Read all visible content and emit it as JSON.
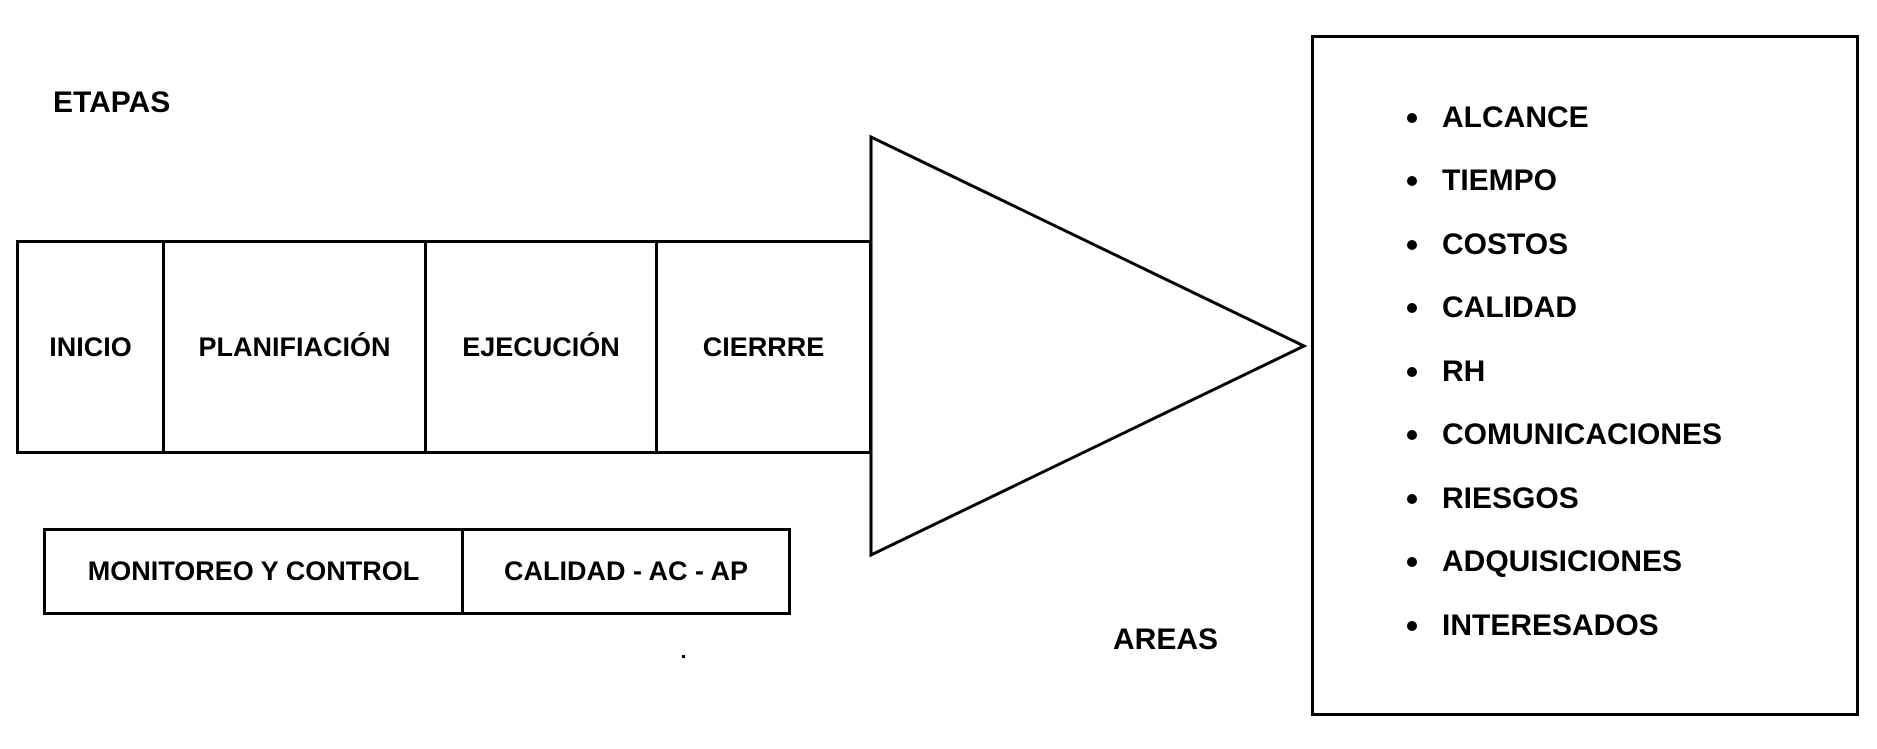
{
  "titles": {
    "etapas": "ETAPAS",
    "areas": "AREAS"
  },
  "stages": [
    "INICIO",
    "PLANIFIACIÓN",
    "EJECUCIÓN",
    "CIERRRE"
  ],
  "monitoring": {
    "label": "MONITOREO Y CONTROL",
    "quality": "CALIDAD - AC - AP"
  },
  "areas": [
    "ALCANCE",
    "TIEMPO",
    "COSTOS",
    "CALIDAD",
    "RH",
    "COMUNICACIONES",
    "RIESGOS",
    "ADQUISICIONES",
    "INTERESADOS"
  ],
  "icons": {
    "bullet": "bullet-dot-icon",
    "arrow": "arrow-head-icon"
  },
  "colors": {
    "stroke": "#000000",
    "background": "#ffffff",
    "text": "#000000"
  }
}
